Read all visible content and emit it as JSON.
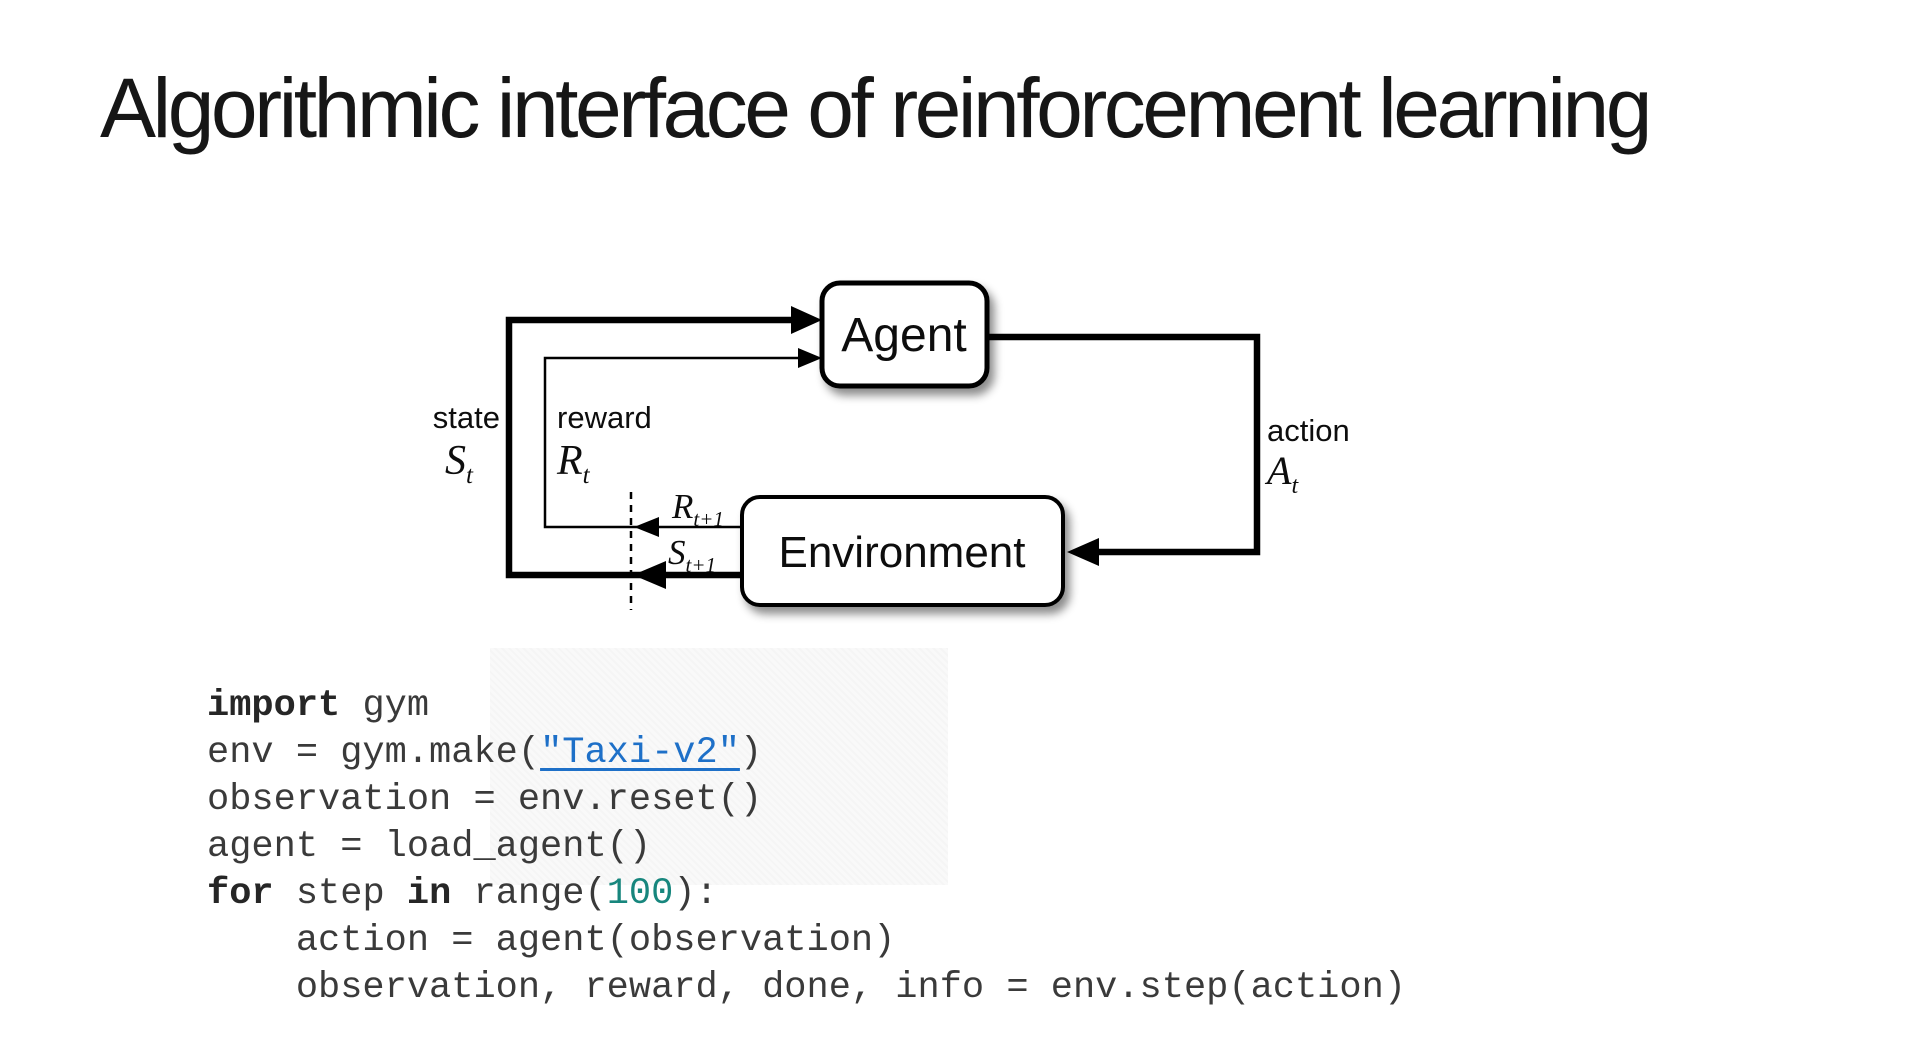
{
  "title": "Algorithmic interface of reinforcement learning",
  "diagram": {
    "agent": "Agent",
    "environment": "Environment",
    "state_label": "state",
    "reward_label": "reward",
    "action_label": "action",
    "state_sym": {
      "base": "S",
      "sub": "t"
    },
    "reward_sym": {
      "base": "R",
      "sub": "t"
    },
    "action_sym": {
      "base": "A",
      "sub": "t"
    },
    "next_reward_sym": {
      "base": "R",
      "sub": "t+1"
    },
    "next_state_sym": {
      "base": "S",
      "sub": "t+1"
    }
  },
  "code": {
    "lines": [
      [
        {
          "t": "import",
          "s": "kw"
        },
        {
          "t": " gym",
          "s": "p"
        }
      ],
      [
        {
          "t": "env = gym.make(",
          "s": "p"
        },
        {
          "t": "\"Taxi-v2\"",
          "s": "link"
        },
        {
          "t": ")",
          "s": "p"
        }
      ],
      [
        {
          "t": "observation = env.reset()",
          "s": "p"
        }
      ],
      [
        {
          "t": "agent = load_agent()",
          "s": "p"
        }
      ],
      [
        {
          "t": "for",
          "s": "kw"
        },
        {
          "t": " step ",
          "s": "p"
        },
        {
          "t": "in",
          "s": "kw"
        },
        {
          "t": " range(",
          "s": "p"
        },
        {
          "t": "100",
          "s": "num"
        },
        {
          "t": "):",
          "s": "p"
        }
      ],
      [
        {
          "t": "    action = agent(observation)",
          "s": "p"
        }
      ],
      [
        {
          "t": "    observation, reward, done, info = env.step(action)",
          "s": "p"
        }
      ]
    ]
  },
  "colors": {
    "code_text": "#3a3a3a",
    "keyword": "#262626",
    "number": "#17867d",
    "link": "#1e70c8",
    "diagram_stroke": "#000000",
    "title_text": "#161616"
  }
}
